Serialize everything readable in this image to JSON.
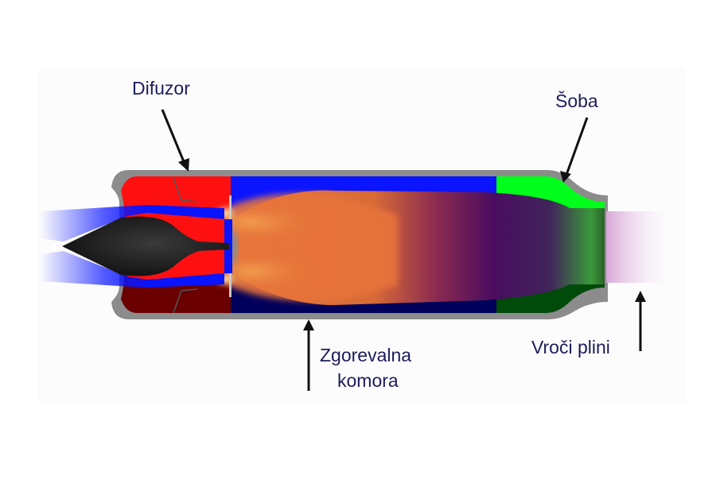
{
  "diagram": {
    "labels": {
      "diffuser": "Difuzor",
      "nozzle": "Šoba",
      "combustion_line1": "Zgorevalna",
      "combustion_line2": "komora",
      "hot_gases": "Vroči plini"
    },
    "colors": {
      "casing": "#8c8c8c",
      "diffuser": "#ff1010",
      "diffuser_dark": "#6a0000",
      "chamber_top": "#0a14ff",
      "chamber_bottom": "#00005a",
      "nozzle_top": "#00ff1a",
      "nozzle_bottom": "#004a0a",
      "spike": "#2a2a2a",
      "text": "#1c1c5c"
    }
  }
}
